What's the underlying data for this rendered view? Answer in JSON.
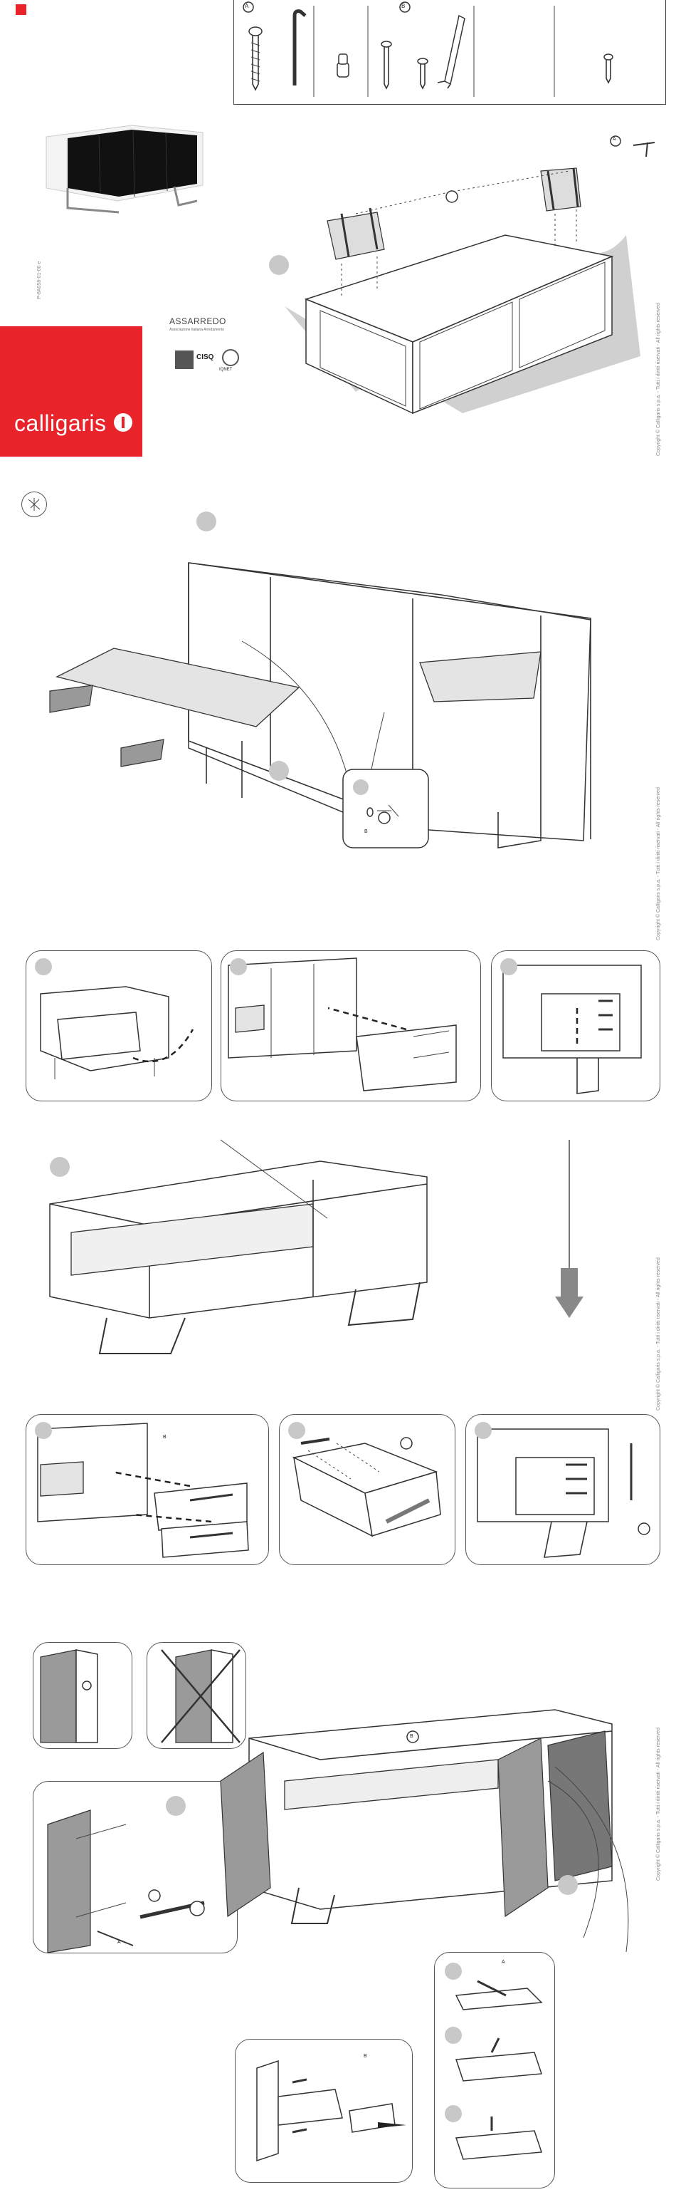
{
  "brand": {
    "name": "calligaris",
    "accent_color": "#e8232a",
    "doc_code": "P-8A058-01-00 e"
  },
  "certifications": {
    "assarredo_title": "ASSARREDO",
    "assarredo_subtitle": "Associazione Italiana Arredamento",
    "cisq_label": "CISQ",
    "iqnet_label": "IQNET"
  },
  "copyright": "Copyright © Calligaris s.p.a. - Tutti i diritti riservati - All rights reserved",
  "parts_box": {
    "labels": [
      "A",
      "B"
    ],
    "icons": [
      "screw-icon",
      "allen-key-icon",
      "dowel-icon",
      "long-screw-icon",
      "short-screw-icon",
      "handle-icon",
      "small-screw-icon"
    ]
  },
  "hardware_tags": {
    "t1": "A",
    "t2": "B",
    "t3": "B",
    "t4": "A",
    "t5": "B",
    "t6": "A",
    "t7": "B"
  }
}
